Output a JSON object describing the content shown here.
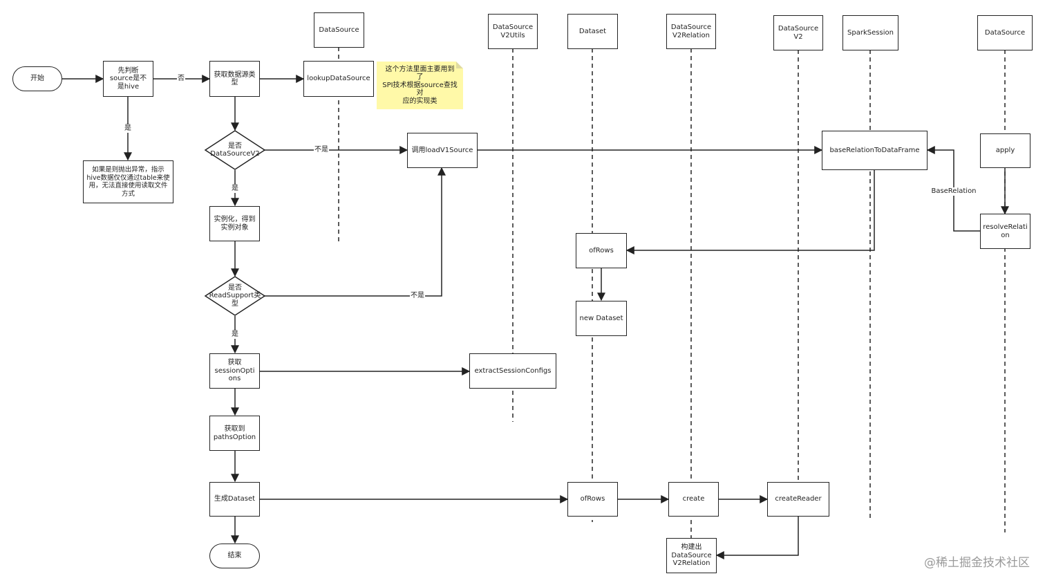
{
  "lifelines": {
    "datasource_1": "DataSource",
    "datasource_v2utils": "DataSource\nV2Utils",
    "dataset": "Dataset",
    "datasource_v2relation": "DataSource\nV2Relation",
    "datasource_v2": "DataSource\nV2",
    "spark_session": "SparkSession",
    "datasource_2": "DataSource"
  },
  "nodes": {
    "start": "开始",
    "judge_hive": "先判断\nsource是不\n是hive",
    "hive_error": "如果是则抛出异常，指示\nhive数据仅仅通过table来使\n用，无法直接使用读取文件\n方式",
    "get_type": "获取数据源类\n型",
    "lookup": "lookupDataSource",
    "is_v2": "是否\nDataSourceV2",
    "load_v1": "调用loadV1Source",
    "base_relation_to_df": "baseRelationToDataFrame",
    "apply": "apply",
    "resolve_relation": "resolveRelati\non",
    "instantiate": "实例化，得到\n实例对象",
    "of_rows_1": "ofRows",
    "new_dataset": "new Dataset",
    "is_read_support": "是否\nReadSupport类\n型",
    "get_session_options": "获取\nsessionOpti\nons",
    "extract_session_configs": "extractSessionConfigs",
    "get_paths_option": "获取到\npathsOption",
    "gen_dataset": "生成Dataset",
    "of_rows_2": "ofRows",
    "create": "create",
    "create_reader": "createReader",
    "build_relation": "构建出\nDataSource\nV2Relation",
    "end": "结束"
  },
  "note": "这个方法里面主要用到了\nSPI技术根据source查找对\n应的实现类",
  "edge_labels": {
    "no_hive": "否",
    "yes_hive": "是",
    "not_v2": "不是",
    "yes_v2": "是",
    "not_read_support": "不是",
    "yes_read_support": "是",
    "base_relation": "BaseRelation"
  },
  "watermark": "@稀土掘金技术社区",
  "colors": {
    "line": "#222222",
    "note": "#fff9a8",
    "watermark": "#9a9a9a"
  }
}
